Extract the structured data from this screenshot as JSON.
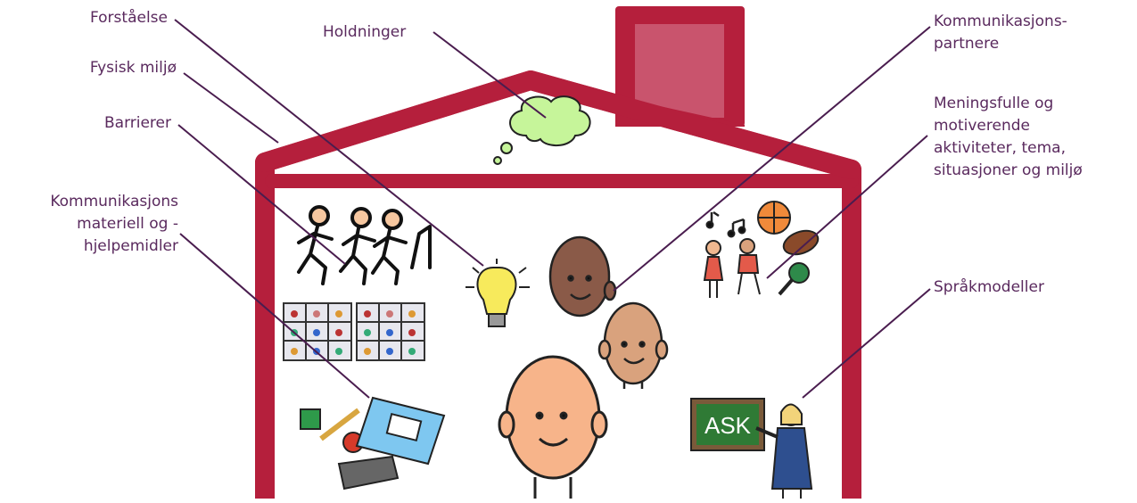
{
  "labels": {
    "forstaaelse": "Forståelse",
    "fysisk_miljo": "Fysisk miljø",
    "barrierer": "Barrierer",
    "kommunikasjons_materiell": [
      "Kommunikasjons",
      "materiell og -",
      "hjelpemidler"
    ],
    "holdninger": "Holdninger",
    "kommunikasjonspartnere": [
      "Kommunikasjons-",
      "partnere"
    ],
    "meningsfulle": [
      "Meningsfulle og",
      "motiverende",
      "aktiviteter, tema,",
      "situasjoner og miljø"
    ],
    "spraakmodeller": "Språkmodeller"
  },
  "board_text": "ASK",
  "colors": {
    "house": "#b51f3c",
    "chimney_inner": "#c9546d",
    "label_text": "#5a2a5e",
    "leader_line": "#4a1d4f",
    "thought_cloud": "#c6f59a",
    "board": "#2f7a35"
  }
}
